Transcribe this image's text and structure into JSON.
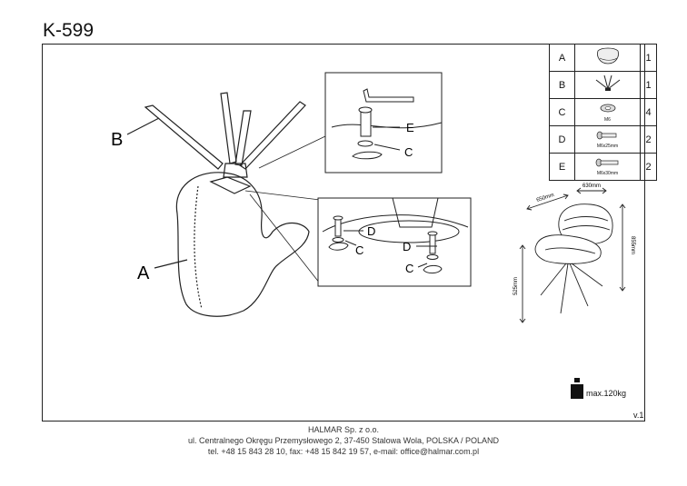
{
  "header": {
    "title": "K-599"
  },
  "main_drawing": {
    "labels": {
      "base_legs": "B",
      "seat": "A"
    },
    "detail_top": {
      "labels": {
        "washer": "C",
        "bolt": "E"
      }
    },
    "detail_bottom": {
      "labels": {
        "washer_left": "C",
        "bolt_left": "D",
        "bolt_right": "D",
        "washer_right": "C"
      }
    }
  },
  "parts_list": [
    {
      "letter": "A",
      "icon": "chair-seat-icon",
      "caption": "",
      "qty": "1"
    },
    {
      "letter": "B",
      "icon": "star-base-icon",
      "caption": "",
      "qty": "1"
    },
    {
      "letter": "C",
      "icon": "washer-icon",
      "caption": "M6",
      "qty": "4"
    },
    {
      "letter": "D",
      "icon": "bolt-icon",
      "caption": "M6x25mm",
      "qty": "2"
    },
    {
      "letter": "E",
      "icon": "bolt-icon",
      "caption": "M6x30mm",
      "qty": "2"
    }
  ],
  "dimensions": {
    "depth": "650mm",
    "width": "630mm",
    "height": "855mm",
    "seat_height": "525mm"
  },
  "max_load": "max.120kg",
  "version": "v.1",
  "footer": {
    "company": "HALMAR Sp. z o.o.",
    "address": "ul. Centralnego Okręgu Przemysłowego 2, 37-450 Stalowa Wola, POLSKA / POLAND",
    "contact": "tel. +48 15 843 28 10, fax: +48 15 842 19 57, e-mail: office@halmar.com.pl"
  }
}
